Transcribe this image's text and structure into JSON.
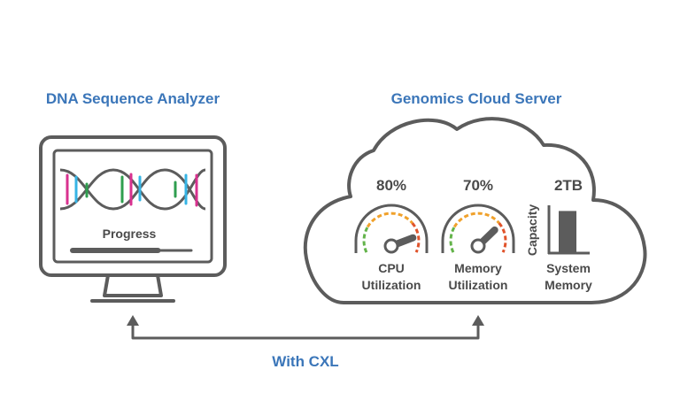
{
  "colors": {
    "title_blue": "#3b76b9",
    "outline_gray": "#5c5c5c",
    "text_dark": "#4a4a4a",
    "strand_magenta": "#d8318f",
    "strand_cyan": "#36b4e5",
    "strand_green": "#2f9e4f",
    "gauge_green": "#63b34a",
    "gauge_orange": "#f0a12b",
    "gauge_red": "#e0532b"
  },
  "analyzer": {
    "title": "DNA Sequence Analyzer",
    "progress_label": "Progress",
    "progress_fraction": 0.72,
    "icon": "monitor-icon"
  },
  "server": {
    "title": "Genomics Cloud Server",
    "icon": "cloud-icon",
    "cpu": {
      "value_text": "80%",
      "value": 80,
      "label_line1": "CPU",
      "label_line2": "Utilization",
      "icon": "gauge-icon"
    },
    "memory": {
      "value_text": "70%",
      "value": 70,
      "label_line1": "Memory",
      "label_line2": "Utilization",
      "icon": "gauge-icon"
    },
    "system_memory": {
      "value_text": "2TB",
      "axis_label": "Capacity",
      "label_line1": "System",
      "label_line2": "Memory",
      "fill_fraction": 0.85,
      "icon": "bar-chart-icon"
    }
  },
  "connection": {
    "label": "With CXL",
    "icon": "bidirectional-arrow-icon"
  }
}
